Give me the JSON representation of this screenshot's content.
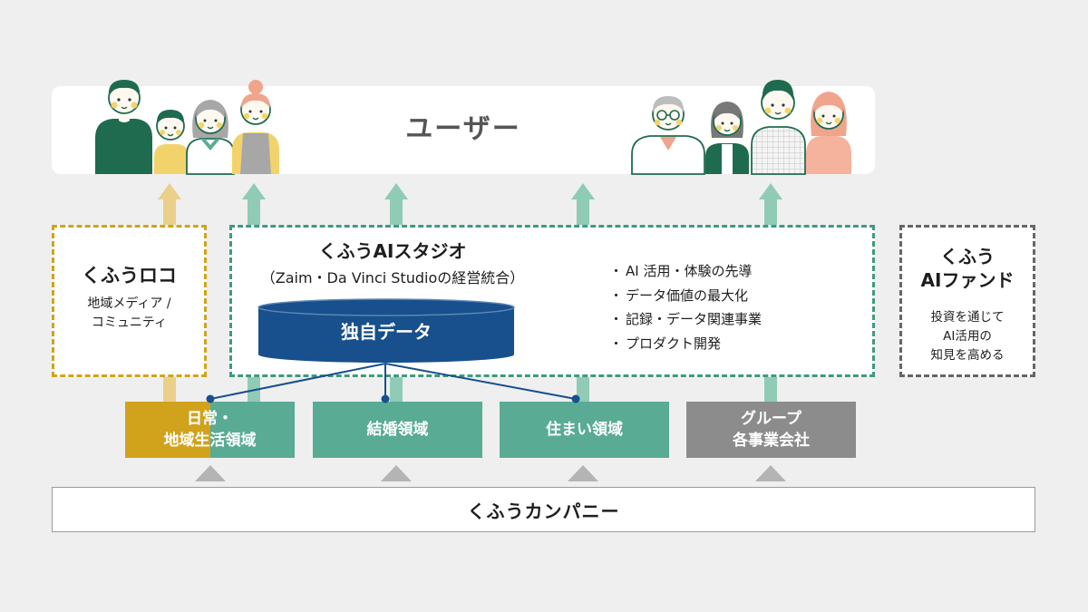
{
  "users": {
    "label": "ユーザー"
  },
  "loco": {
    "title": "くふうロコ",
    "desc": [
      "地域メディア /",
      "コミュニティ"
    ]
  },
  "studio": {
    "title": "くふうAIスタジオ",
    "subtitle": "（Zaim・Da Vinci Studioの経営統合）",
    "data_label": "独自データ",
    "bullet": "・",
    "points": [
      "AI 活用・体験の先導",
      "データ価値の最大化",
      "記録・データ関連事業",
      "プロダクト開発"
    ]
  },
  "fund": {
    "title": [
      "くふう",
      "AIファンド"
    ],
    "desc": [
      "投資を通じて",
      "AI活用の",
      "知見を高める"
    ]
  },
  "domains": [
    {
      "lines": [
        "日常・",
        "地域生活領域"
      ]
    },
    {
      "lines": [
        "結婚領域"
      ]
    },
    {
      "lines": [
        "住まい領域"
      ]
    },
    {
      "lines": [
        "グループ",
        "各事業会社"
      ]
    }
  ],
  "company": {
    "label": "くふうカンパニー"
  },
  "colors": {
    "background": "#efefef",
    "gold": "#d1a31c",
    "gold_light": "#ead08a",
    "teal": "#5aab94",
    "teal_light": "#8fcbb5",
    "teal_dashed": "#3f9b7c",
    "navy": "#17508c",
    "gray_box": "#8c8c8c",
    "gray_dashed": "#666666",
    "triangle": "#b4b4b4"
  }
}
